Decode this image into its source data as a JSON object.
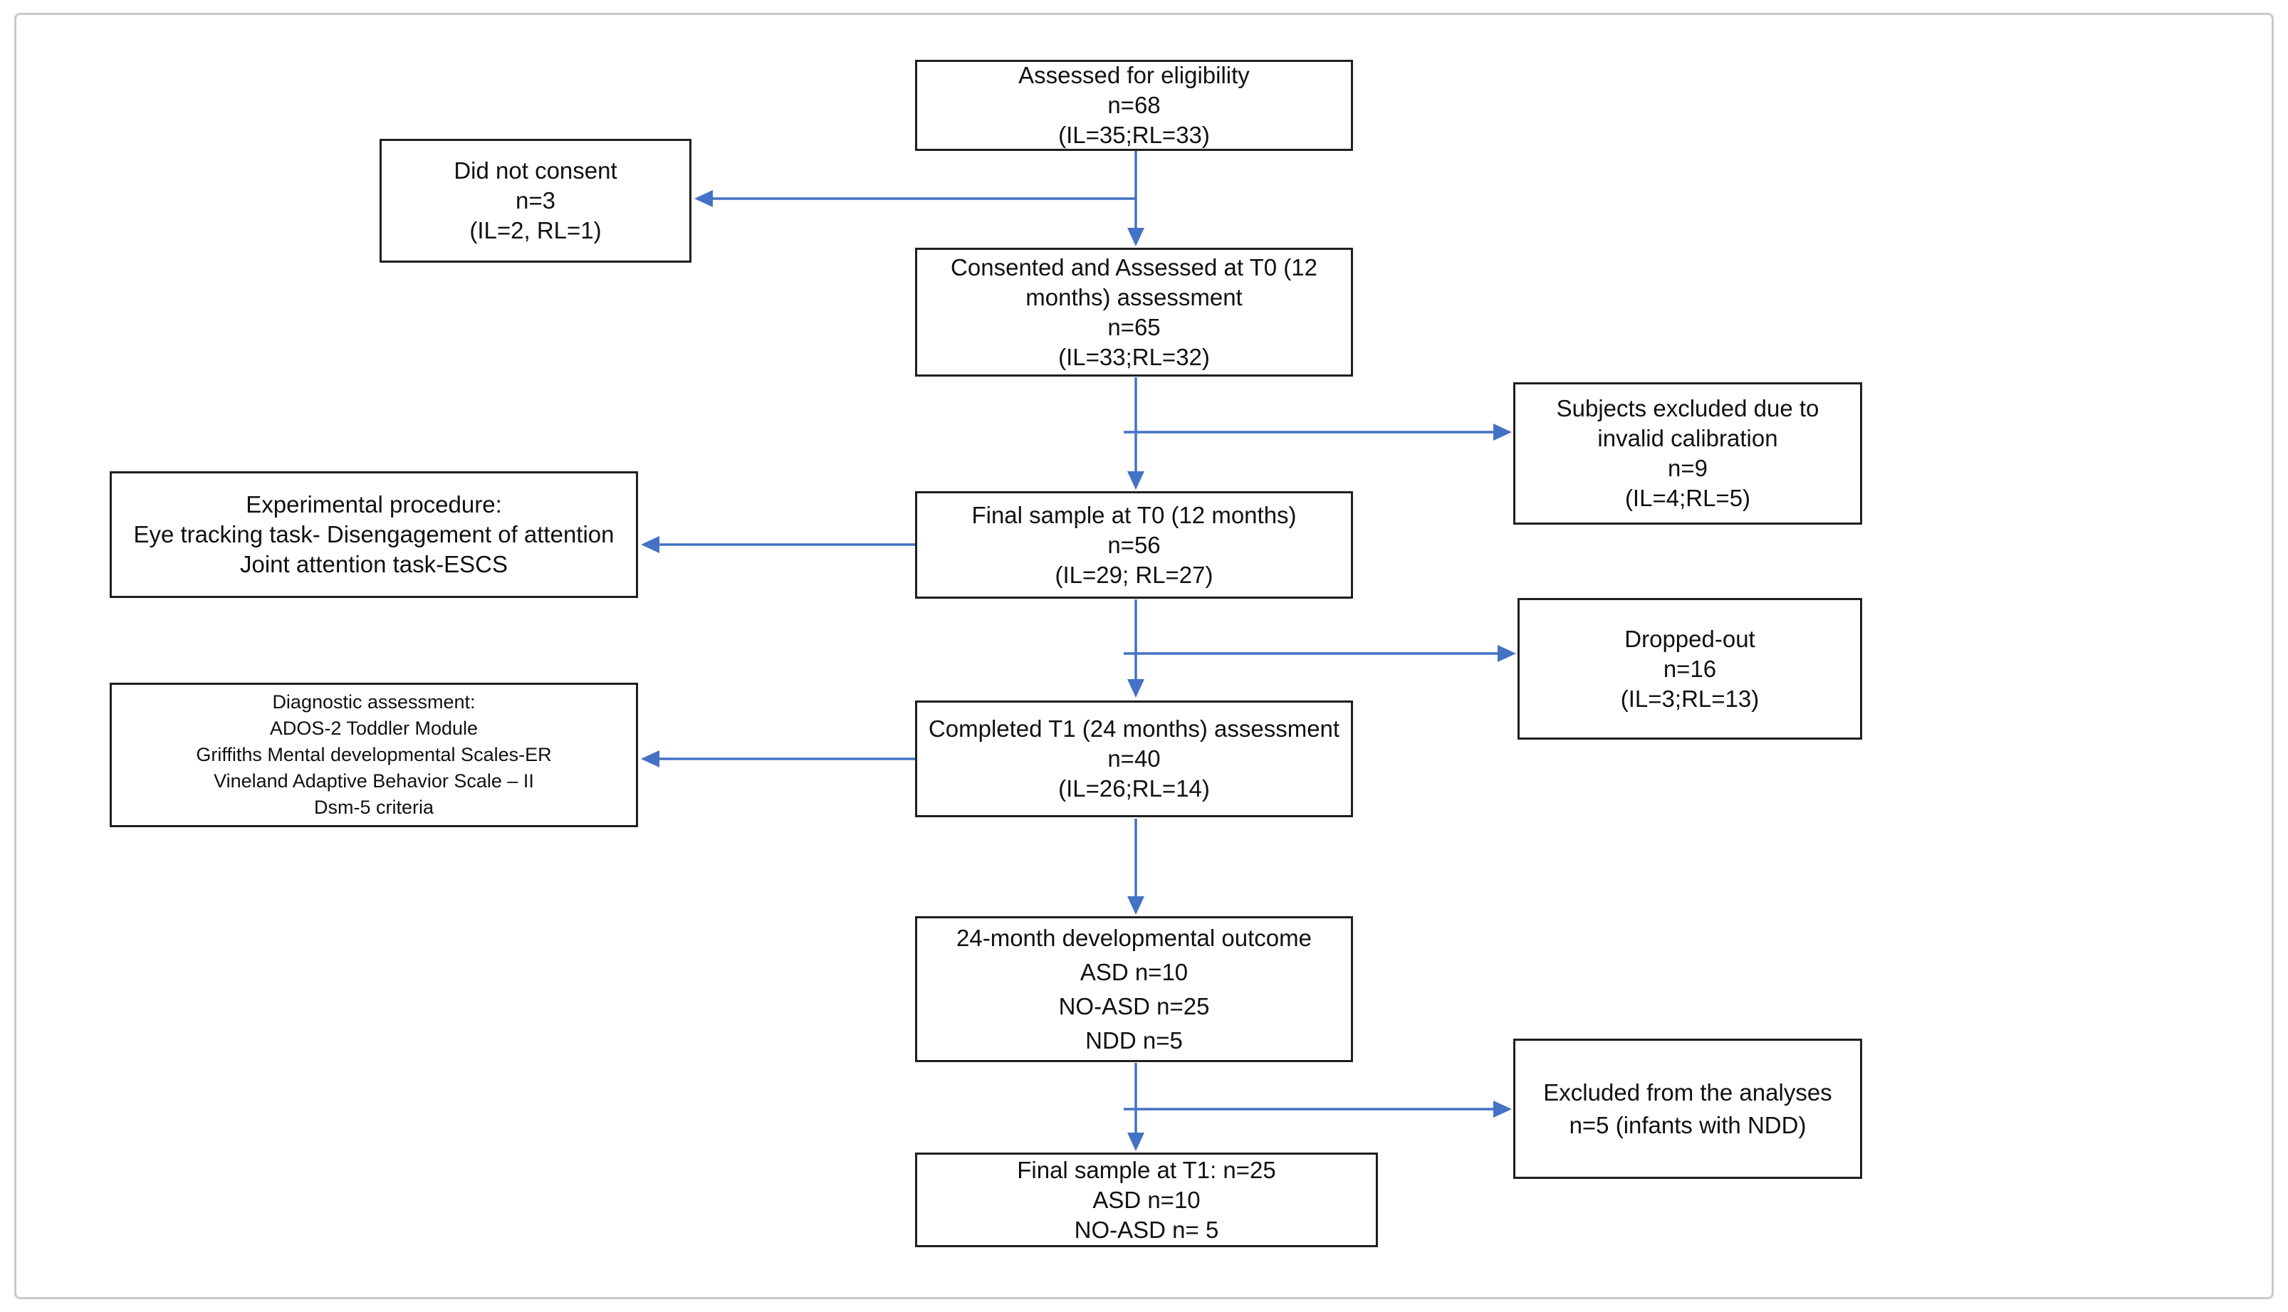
{
  "diagram_type": "flowchart",
  "colors": {
    "arrow": "#4472C4",
    "box_border": "#1f1f1f",
    "text": "#111111",
    "frame_border": "#c9c9c9",
    "background": "#ffffff"
  },
  "nodes": {
    "assessed_eligibility": {
      "lines": [
        "Assessed for eligibility",
        "n=68",
        "(IL=35;RL=33)"
      ]
    },
    "did_not_consent": {
      "lines": [
        "Did not consent",
        "n=3",
        "(IL=2, RL=1)"
      ]
    },
    "consented_t0": {
      "lines": [
        "Consented and Assessed at T0 (12",
        "months) assessment",
        "n=65",
        "(IL=33;RL=32)"
      ]
    },
    "excluded_calibration": {
      "lines": [
        "Subjects excluded due to",
        "invalid calibration",
        "n=9",
        "(IL=4;RL=5)"
      ]
    },
    "final_sample_t0": {
      "lines": [
        "Final sample at T0 (12 months)",
        "n=56",
        "(IL=29; RL=27)"
      ]
    },
    "experimental_procedure": {
      "lines": [
        "Experimental procedure:",
        "Eye tracking task- Disengagement of attention",
        "Joint attention task-ESCS"
      ]
    },
    "dropped_out": {
      "lines": [
        "Dropped-out",
        "n=16",
        "(IL=3;RL=13)"
      ]
    },
    "completed_t1": {
      "lines": [
        "Completed T1 (24 months) assessment",
        "n=40",
        "(IL=26;RL=14)"
      ]
    },
    "diagnostic_assessment": {
      "lines": [
        "Diagnostic assessment:",
        "ADOS-2 Toddler Module",
        "Griffiths Mental developmental Scales-ER",
        "Vineland Adaptive Behavior Scale – II",
        "Dsm-5 criteria"
      ]
    },
    "outcome_24_month": {
      "lines": [
        "24-month developmental outcome",
        "ASD n=10",
        "NO-ASD n=25",
        "NDD n=5"
      ]
    },
    "excluded_analyses": {
      "lines": [
        "Excluded from the analyses",
        "n=5 (infants with NDD)"
      ]
    },
    "final_sample_t1": {
      "lines": [
        "Final sample at T1: n=25",
        "ASD n=10",
        "NO-ASD n= 5"
      ]
    }
  },
  "edges": [
    {
      "from": "assessed_eligibility",
      "to": "consented_t0"
    },
    {
      "from": "assessed_eligibility",
      "to": "did_not_consent"
    },
    {
      "from": "consented_t0",
      "to": "final_sample_t0"
    },
    {
      "from": "consented_t0",
      "to": "excluded_calibration"
    },
    {
      "from": "final_sample_t0",
      "to": "experimental_procedure"
    },
    {
      "from": "final_sample_t0",
      "to": "completed_t1"
    },
    {
      "from": "final_sample_t0",
      "to": "dropped_out"
    },
    {
      "from": "completed_t1",
      "to": "diagnostic_assessment"
    },
    {
      "from": "completed_t1",
      "to": "outcome_24_month"
    },
    {
      "from": "outcome_24_month",
      "to": "final_sample_t1"
    },
    {
      "from": "outcome_24_month",
      "to": "excluded_analyses"
    }
  ]
}
